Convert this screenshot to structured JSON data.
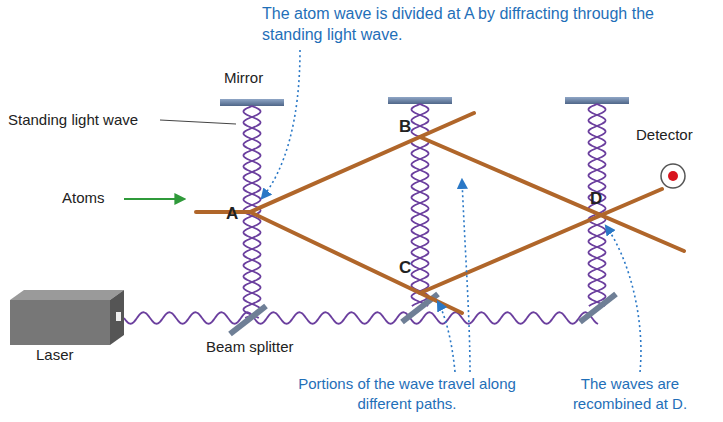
{
  "diagram": {
    "nodes": [
      {
        "text": [
          "Laser"
        ]
      },
      {
        "text": [
          "Detector"
        ]
      }
    ],
    "labels": [
      "The atom wave is divided at A by diffracting through the standing light wave.",
      "Mirror",
      "Standing light wave",
      "Atoms",
      "A",
      "B",
      "C",
      "D",
      "Beam splitter",
      "Portions of the wave travel along different paths.",
      "The waves are recombined at D."
    ]
  }
}
